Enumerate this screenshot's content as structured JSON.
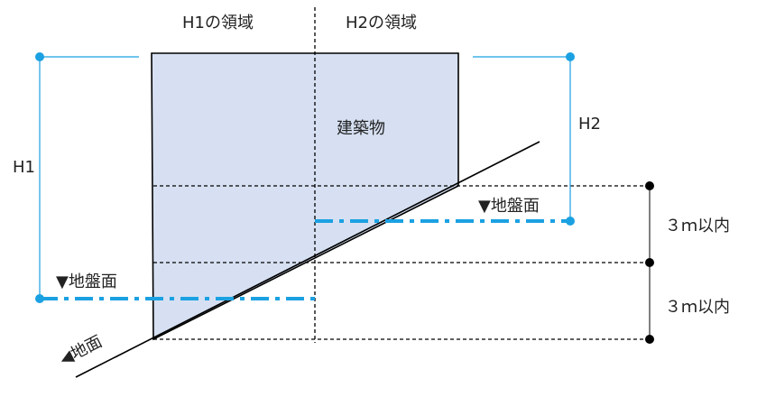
{
  "labels": {
    "h1_region": "H1の領域",
    "h2_region": "H2の領域",
    "building": "建築物",
    "h1": "H1",
    "h2": "H2",
    "ground_level_left": "▼地盤面",
    "ground_level_right": "▼地盤面",
    "ground": "◀地面",
    "within_3m_upper": "３ｍ以内",
    "within_3m_lower": "３ｍ以内"
  },
  "colors": {
    "building_fill": "#d6e0f2",
    "dimension_line": "#1ba1e2",
    "line": "#000000"
  }
}
